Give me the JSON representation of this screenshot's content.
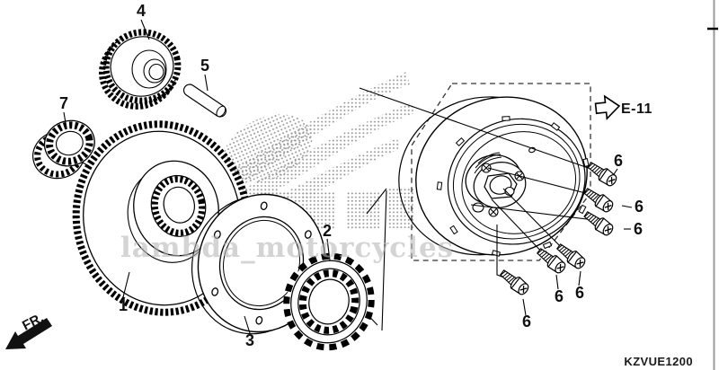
{
  "diagram": {
    "code": "KZVUE1200",
    "reference": "E-11",
    "direction": "FR.",
    "watermark": "lambda_motorcycles"
  },
  "callouts": [
    {
      "label": "4"
    },
    {
      "label": "5"
    },
    {
      "label": "7"
    },
    {
      "label": "1"
    },
    {
      "label": "3"
    },
    {
      "label": "2"
    },
    {
      "label": "6"
    },
    {
      "label": "6"
    },
    {
      "label": "6"
    },
    {
      "label": "6"
    },
    {
      "label": "6"
    },
    {
      "label": "6"
    }
  ]
}
